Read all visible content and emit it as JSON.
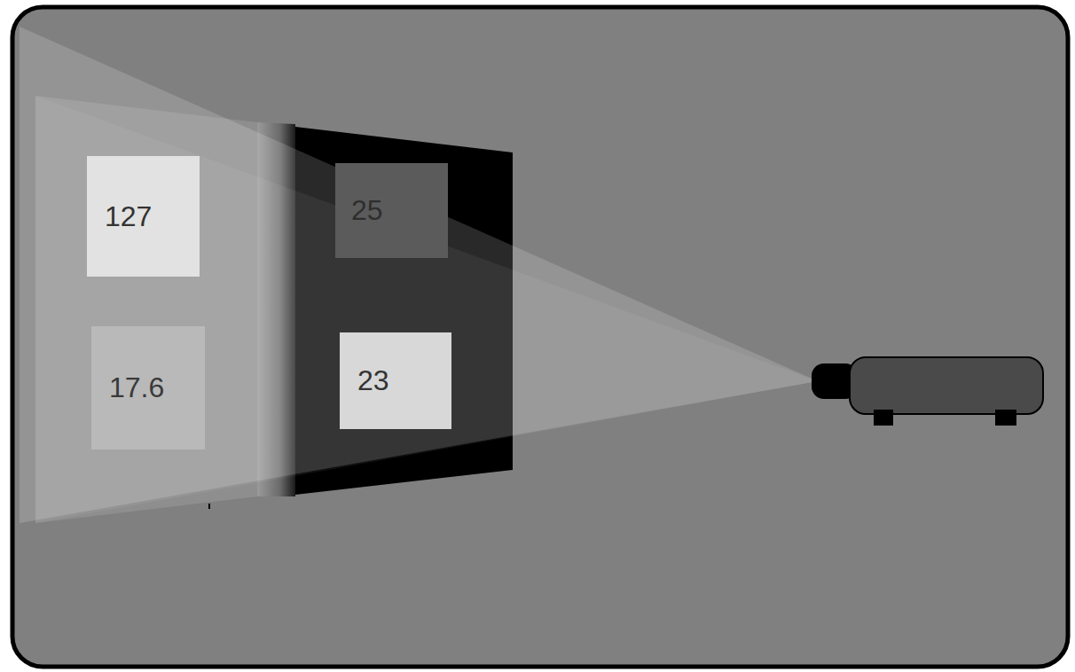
{
  "diagram": {
    "nodes": [
      {
        "text": [
          "127"
        ]
      },
      {
        "text": [
          "25"
        ]
      },
      {
        "text": [
          "17.6"
        ]
      },
      {
        "text": [
          "23"
        ]
      }
    ]
  }
}
